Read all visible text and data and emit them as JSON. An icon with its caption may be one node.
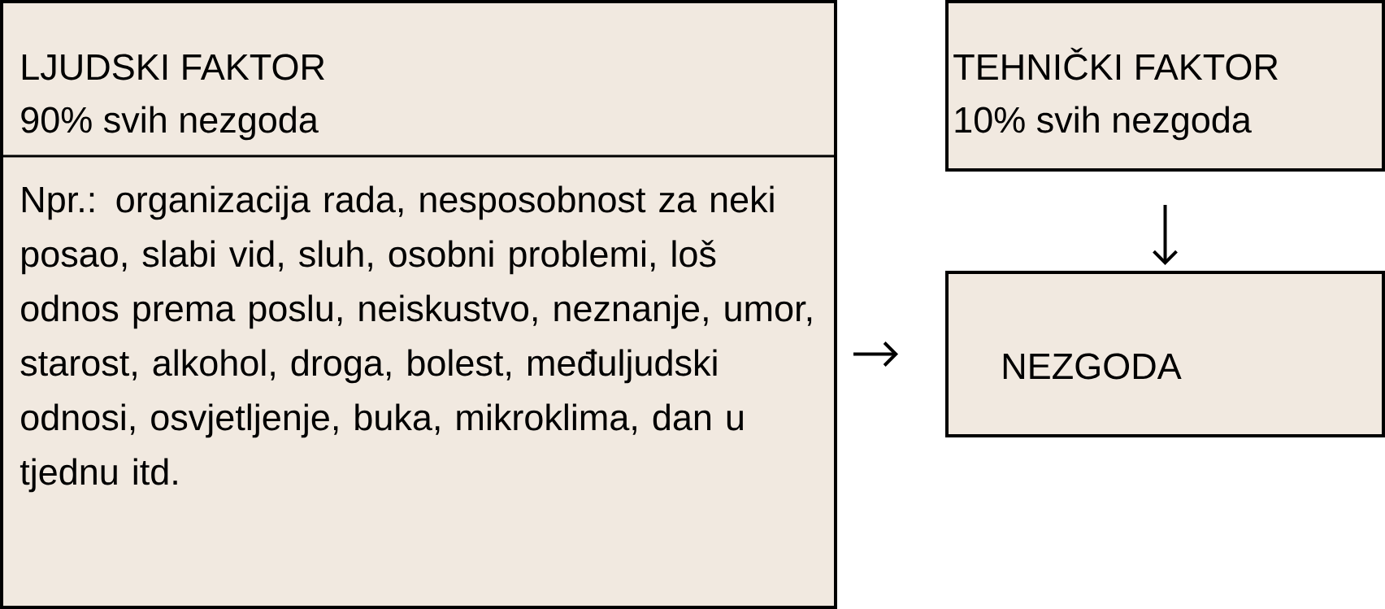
{
  "diagram": {
    "nodes": [
      {
        "text": [
          "LJUDSKI FAKTOR",
          "90% svih nezgoda",
          "Npr.: organizacija rada, nesposobnost za neki posao, slabi vid, sluh, osobni problemi, loš odnos prema poslu, neiskustvo, neznanje, umor, starost, alkohol, droga, bolest, međuljudski odnosi, osvjetljenje, buka, mikroklima, dan u tjednu itd."
        ]
      },
      {
        "text": [
          "TEHNIČKI FAKTOR",
          "10% svih nezgoda"
        ]
      },
      {
        "text": [
          "NEZGODA"
        ]
      }
    ],
    "edges": [
      {
        "from": 0,
        "to": 2,
        "arrow": "to"
      },
      {
        "from": 1,
        "to": 2,
        "arrow": "to"
      }
    ]
  }
}
